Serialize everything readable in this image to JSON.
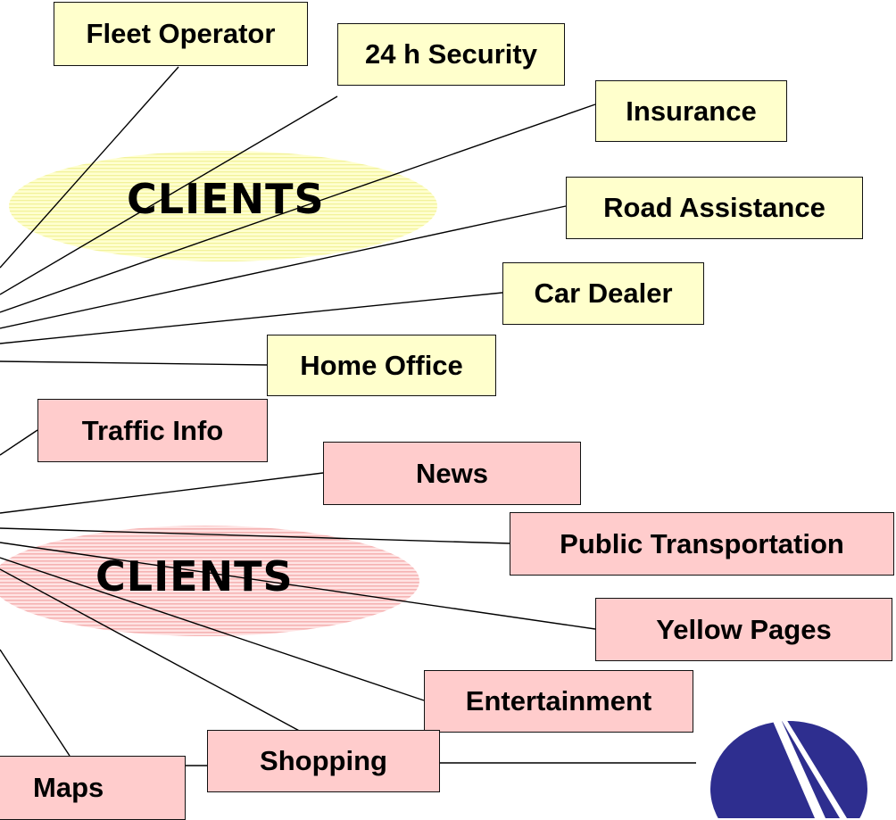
{
  "groups": [
    {
      "label": "CLIENTS",
      "color": "#ffffb0"
    },
    {
      "label": "CLIENTS",
      "color": "#ffc0c0"
    }
  ],
  "yellow_boxes": [
    {
      "label": "Fleet Operator"
    },
    {
      "label": "24 h Security"
    },
    {
      "label": "Insurance"
    },
    {
      "label": "Road Assistance"
    },
    {
      "label": "Car Dealer"
    },
    {
      "label": "Home Office"
    }
  ],
  "pink_boxes": [
    {
      "label": "Traffic Info"
    },
    {
      "label": "News"
    },
    {
      "label": "Public Transportation"
    },
    {
      "label": "Yellow Pages"
    },
    {
      "label": "Entertainment"
    },
    {
      "label": "Shopping"
    },
    {
      "label": "Maps"
    }
  ],
  "colors": {
    "yellow_box": "#ffffcc",
    "pink_box": "#ffcccc",
    "logo": "#2e2e8f"
  }
}
